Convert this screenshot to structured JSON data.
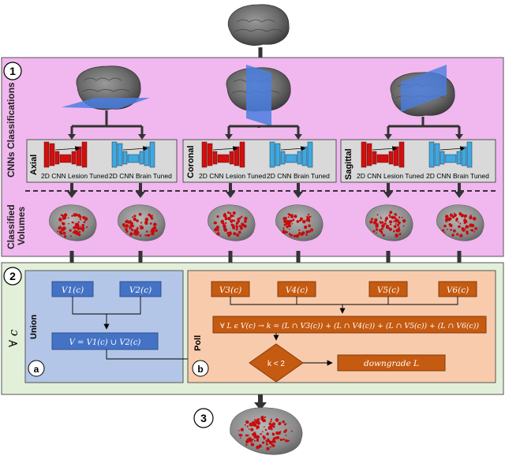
{
  "stage1": {
    "number": "1",
    "side_label": "CNNs Classifications",
    "classified_label_1": "Classified",
    "classified_label_2": "Volumes",
    "views": [
      {
        "name": "Axial",
        "lesion": "2D CNN Lesion Tuned",
        "brain": "2D CNN Brain Tuned"
      },
      {
        "name": "Coronal",
        "lesion": "2D CNN Lesion Tuned",
        "brain": "2D CNN Brain Tuned"
      },
      {
        "name": "Sagittal",
        "lesion": "2D CNN Lesion Tuned",
        "brain": "2D CNN Brain Tuned"
      }
    ]
  },
  "stage2": {
    "number": "2",
    "forall": "∀ c",
    "union": {
      "label": "Union",
      "badge": "a",
      "v1": "V1(c)",
      "v2": "V2(c)",
      "result": "V = V1(c) ∪ V2(c)"
    },
    "poll": {
      "label": "Poll",
      "badge": "b",
      "v3": "V3(c)",
      "v4": "V4(c)",
      "v5": "V5(c)",
      "v6": "V6(c)",
      "formula": "∀ L ϵ V(c)  → k = (L ∩ V3(c)) + (L ∩ V4(c)) + (L ∩ V5(c)) + (L ∩ V6(c))",
      "condition": "k < 2",
      "action": "downgrade L"
    }
  },
  "stage3": {
    "number": "3"
  },
  "colors": {
    "stage1_bg": "#f0b8ee",
    "stage2_bg": "#e2efd9",
    "union_bg": "#b4c6e7",
    "poll_bg": "#f8cbad",
    "blue_box": "#4472c4",
    "orange_box": "#c55a11",
    "lesion_red": "#d01010",
    "cnn_blue": "#3fa9e0"
  }
}
